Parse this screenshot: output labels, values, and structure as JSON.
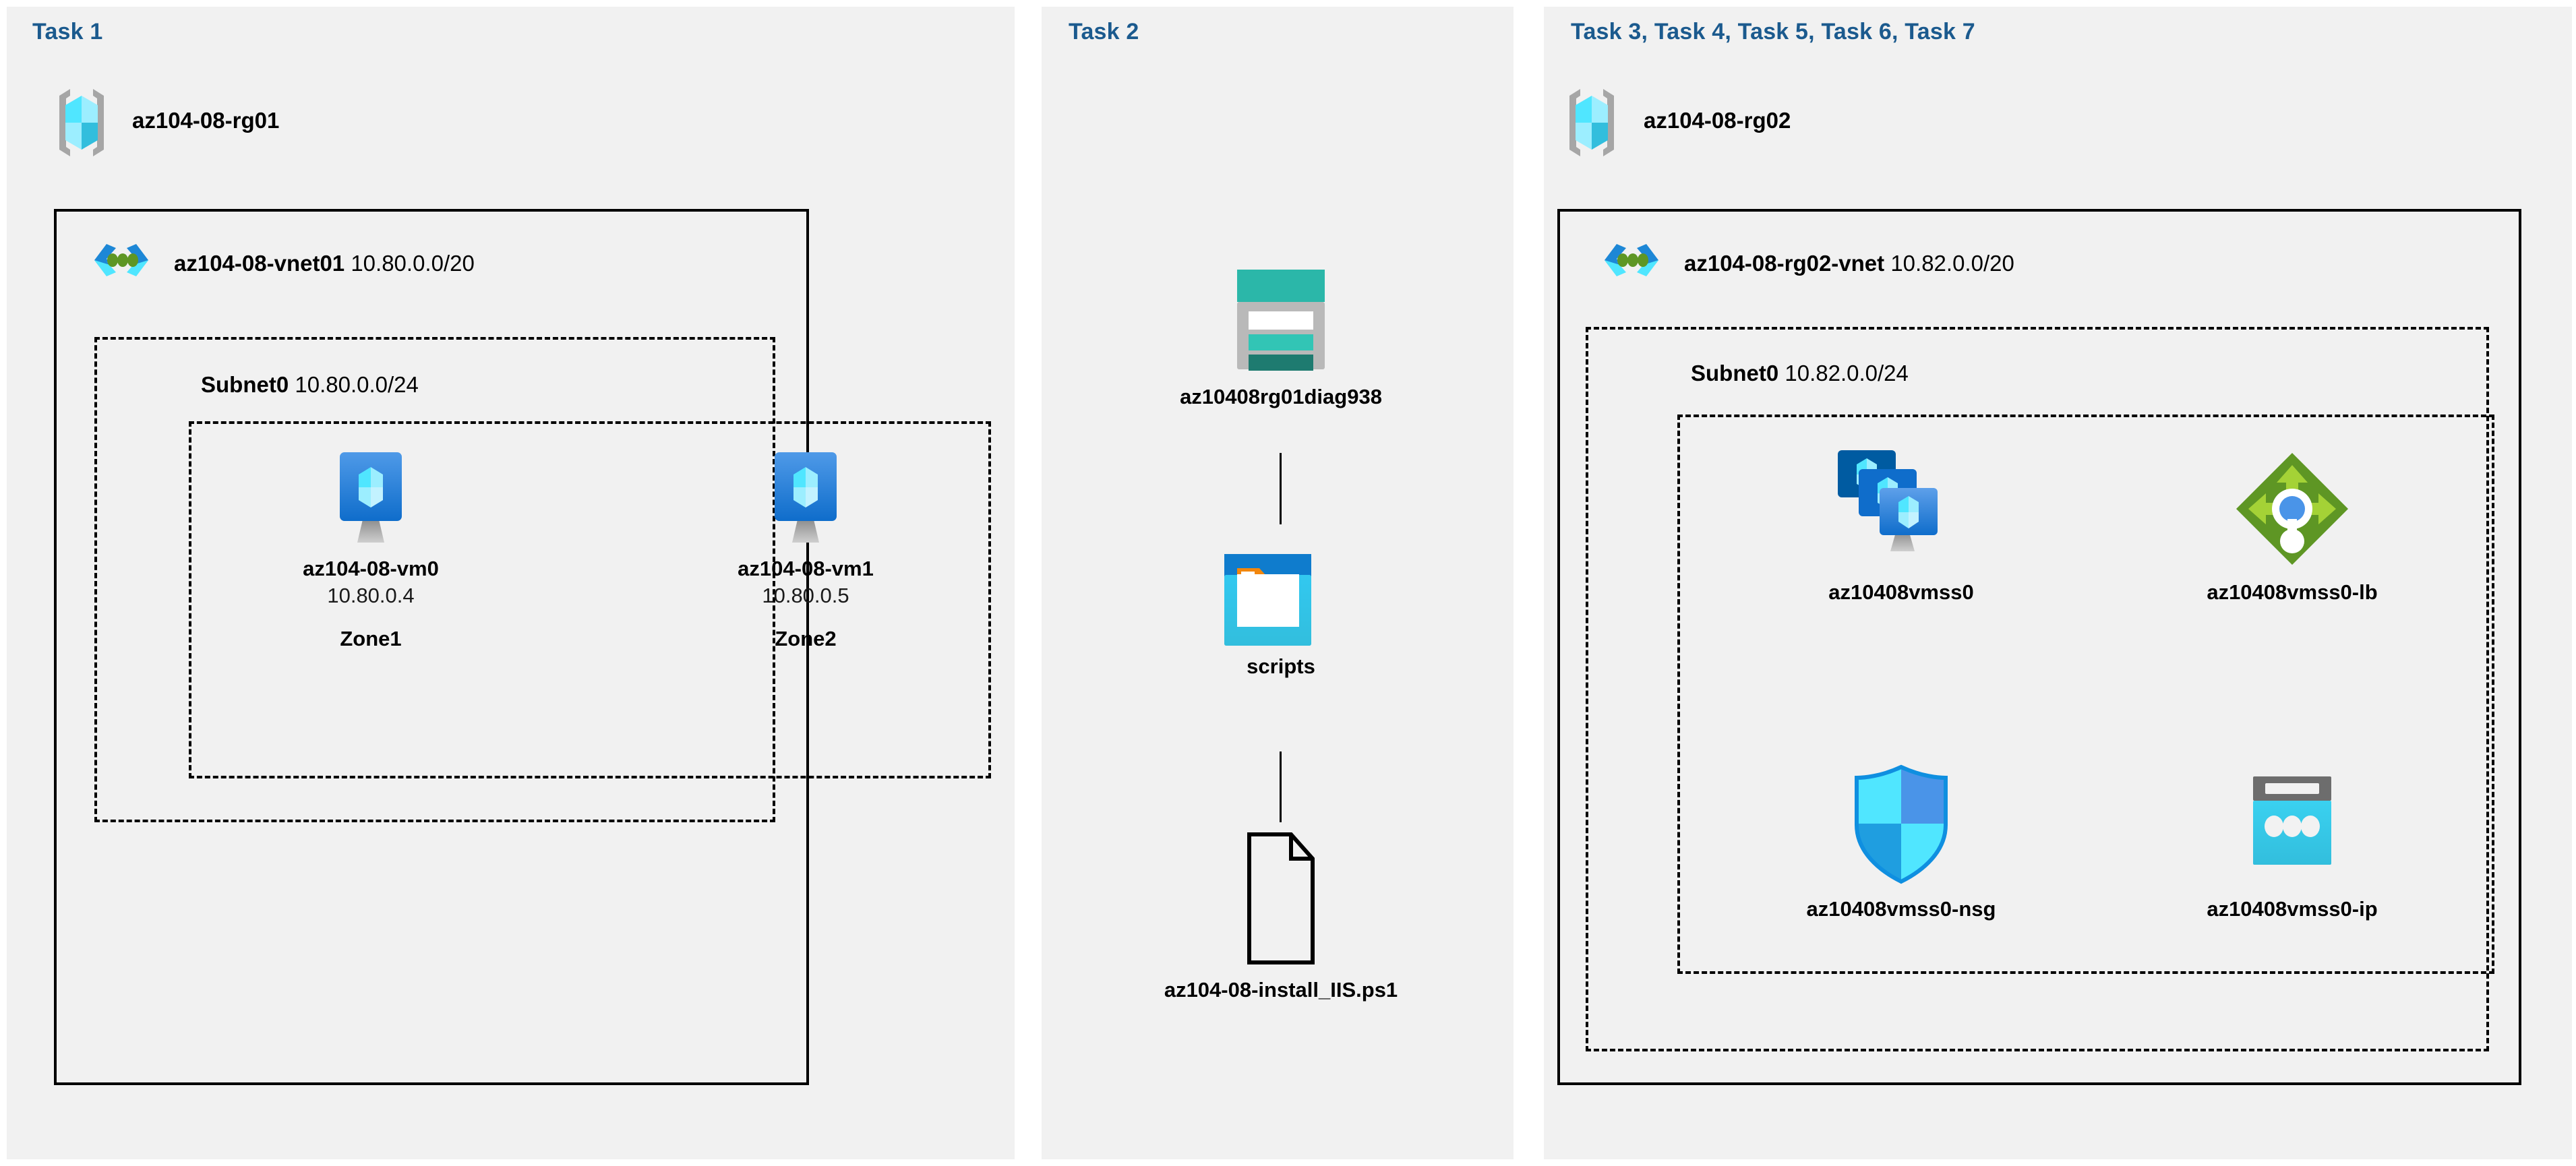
{
  "panels": [
    {
      "task_title": "Task 1"
    },
    {
      "task_title": "Task 2"
    },
    {
      "task_title": "Task 3, Task 4, Task 5, Task 6, Task 7"
    }
  ],
  "left": {
    "resource_group": {
      "name": "az104-08-rg01",
      "icon": "resource-group-icon"
    },
    "vnet": {
      "name": "az104-08-vnet01",
      "cidr": "10.80.0.0/20",
      "icon": "virtual-network-icon"
    },
    "subnet": {
      "name": "Subnet0",
      "cidr": "10.80.0.0/24"
    },
    "vms": [
      {
        "name": "az104-08-vm0",
        "ip": "10.80.0.4",
        "zone": "Zone1",
        "icon": "virtual-machine-icon"
      },
      {
        "name": "az104-08-vm1",
        "ip": "10.80.0.5",
        "zone": "Zone2",
        "icon": "virtual-machine-icon"
      }
    ]
  },
  "middle": {
    "storage_account": {
      "name": "az10408rg01diag938",
      "icon": "storage-account-icon"
    },
    "container": {
      "name": "scripts",
      "icon": "blob-container-icon"
    },
    "file": {
      "name": "az104-08-install_IIS.ps1",
      "icon": "file-icon"
    }
  },
  "right": {
    "resource_group": {
      "name": "az104-08-rg02",
      "icon": "resource-group-icon"
    },
    "vnet": {
      "name": "az104-08-rg02-vnet",
      "cidr": "10.82.0.0/20",
      "icon": "virtual-network-icon"
    },
    "subnet": {
      "name": "Subnet0",
      "cidr": "10.82.0.0/24"
    },
    "resources": [
      {
        "name": "az10408vmss0",
        "icon": "vm-scale-set-icon"
      },
      {
        "name": "az10408vmss0-lb",
        "icon": "load-balancer-icon"
      },
      {
        "name": "az10408vmss0-nsg",
        "icon": "network-security-group-icon"
      },
      {
        "name": "az10408vmss0-ip",
        "icon": "public-ip-address-icon"
      }
    ]
  },
  "colors": {
    "task_blue": "#1b5a8e",
    "panel_bg": "#f1f1f1",
    "azure_blue": "#0078d4",
    "azure_cyan": "#50e6ff",
    "green": "#7fba00",
    "teal": "#2bb7a9"
  }
}
